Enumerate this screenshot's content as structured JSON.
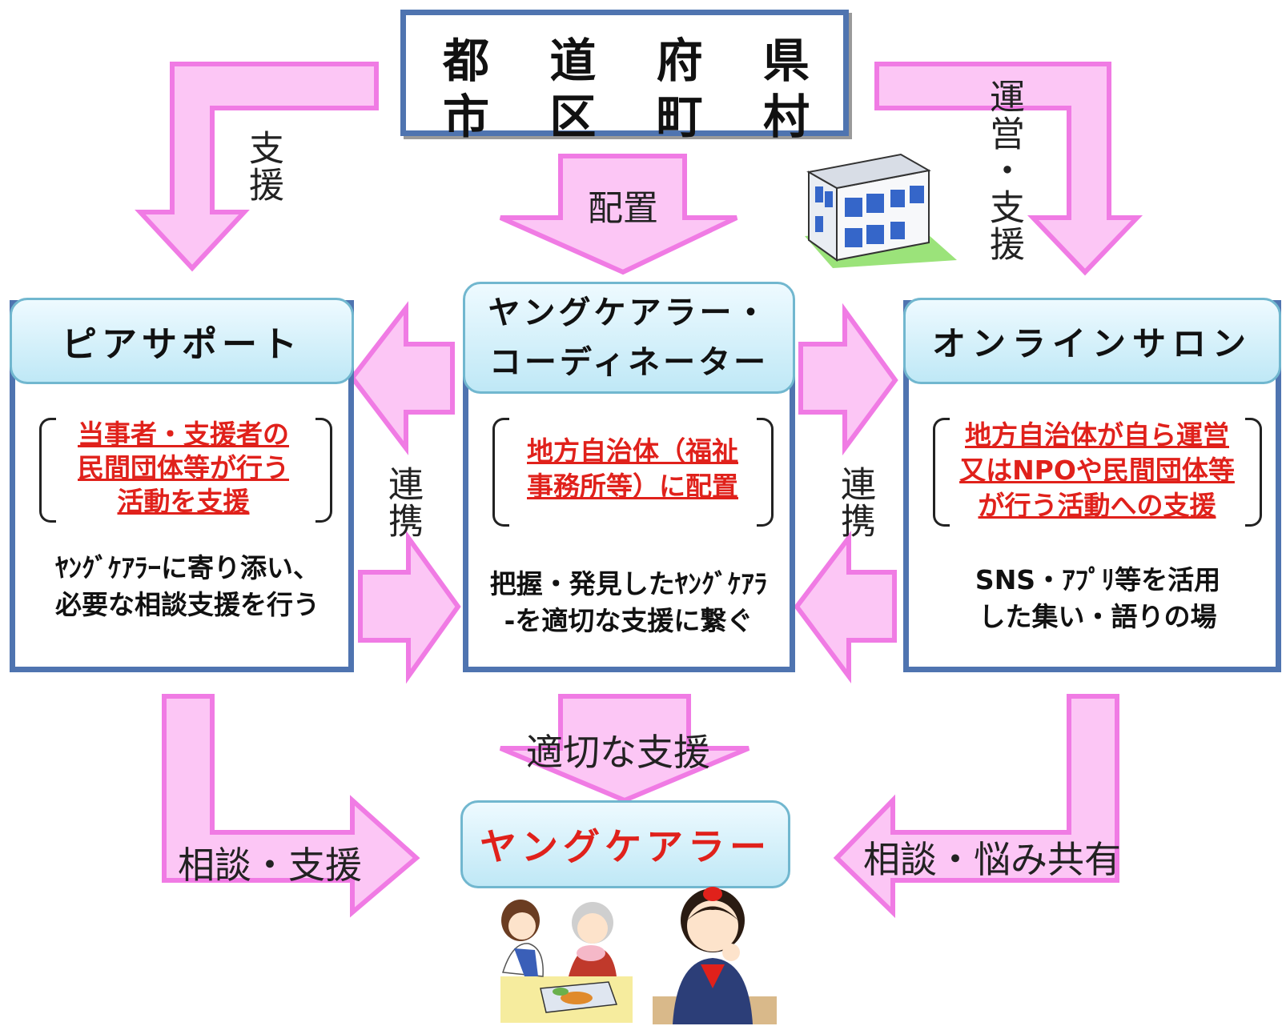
{
  "top_box": {
    "row1": [
      "都",
      "道",
      "府",
      "県"
    ],
    "row2": [
      "市",
      "区",
      "町",
      "村"
    ]
  },
  "arrow_labels": {
    "support_left": "支援",
    "placement": "配置",
    "operation_support": "運営・支援",
    "renkei_left": "連携",
    "renkei_right": "連携",
    "appropriate_support": "適切な支援",
    "consult_support": "相談・支援",
    "consult_share": "相談・悩み共有"
  },
  "panels": {
    "peer": {
      "title": "ピアサポート",
      "red_lines": [
        "当事者・支援者の",
        "民間団体等が行う",
        "活動を支援"
      ],
      "desc_lines": [
        "ﾔﾝｸﾞｹｱﾗｰに寄り添い、",
        "必要な相談支援を行う"
      ]
    },
    "coordinator": {
      "title_lines": [
        "ヤングケアラー・",
        "コーディネーター"
      ],
      "red_lines": [
        "地方自治体（福祉",
        "事務所等）に配置"
      ],
      "desc_lines": [
        "把握・発見したﾔﾝｸﾞｹｱﾗ",
        "-を適切な支援に繋ぐ"
      ]
    },
    "salon": {
      "title": "オンラインサロン",
      "red_lines": [
        "地方自治体が自ら運営",
        "又はNPOや民間団体等",
        "が行う活動への支援"
      ],
      "desc_lines": [
        "SNS・ｱﾌﾟﾘ等を活用",
        "した集い・語りの場"
      ]
    }
  },
  "young_carer_box": {
    "title": "ヤングケアラー"
  },
  "colors": {
    "arrow_fill": "#fcc6f5",
    "arrow_stroke": "#f07be4",
    "panel_border": "#4f74b0",
    "red_text": "#e0211b"
  }
}
